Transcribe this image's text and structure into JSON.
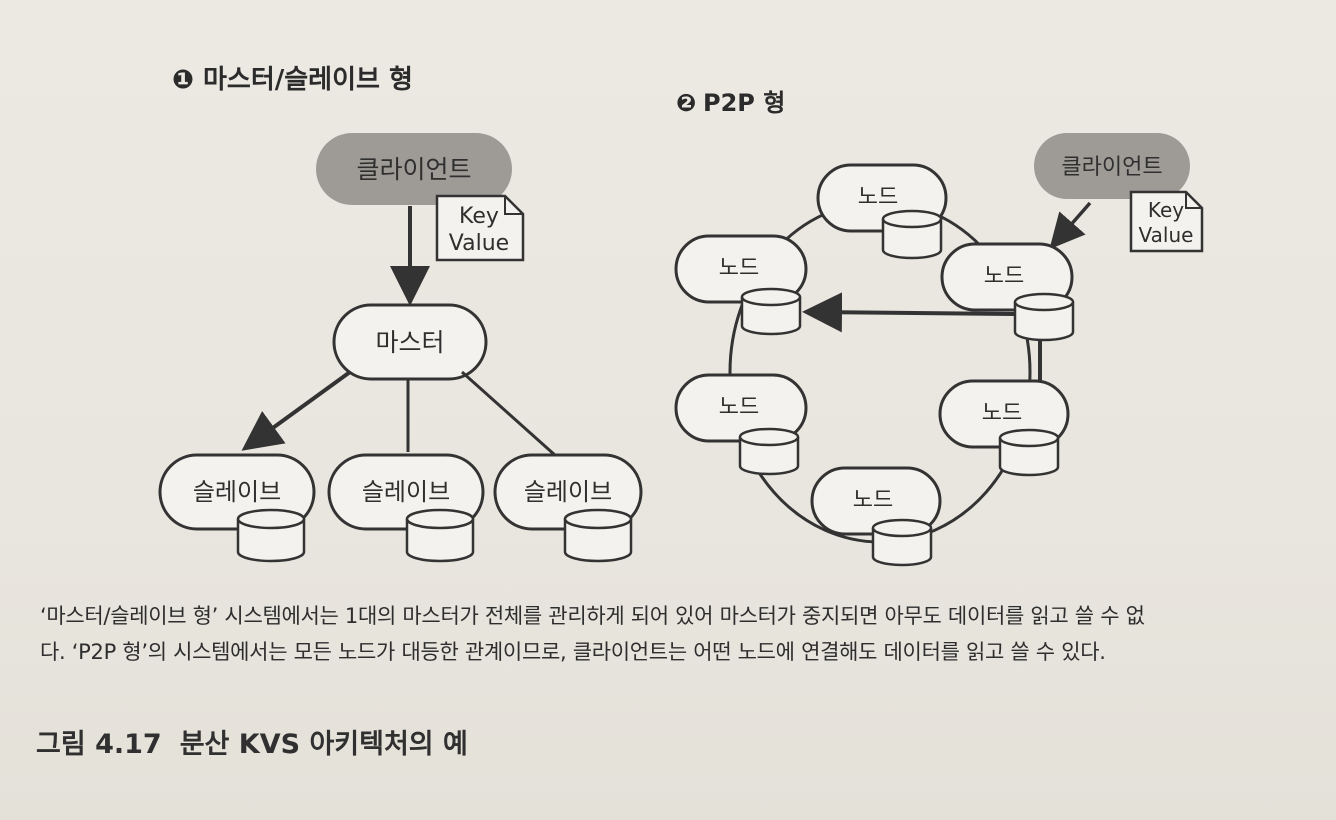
{
  "section1": {
    "marker": "❶",
    "title": "마스터/슬레이브 형"
  },
  "section2": {
    "marker": "❷",
    "title": "P2P 형"
  },
  "master_slave": {
    "client": "클라이언트",
    "key": "Key",
    "value": "Value",
    "master": "마스터",
    "slaves": [
      "슬레이브",
      "슬레이브",
      "슬레이브"
    ]
  },
  "p2p": {
    "client": "클라이언트",
    "key": "Key",
    "value": "Value",
    "nodes": [
      "노드",
      "노드",
      "노드",
      "노드",
      "노드",
      "노드"
    ]
  },
  "caption": {
    "line1": "‘마스터/슬레이브 형’ 시스템에서는 1대의 마스터가 전체를 관리하게 되어 있어 마스터가 중지되면 아무도 데이터를 읽고 쓸 수 없",
    "line2": "다. ‘P2P 형’의 시스템에서는 모든 노드가 대등한 관계이므로, 클라이언트는 어떤 노드에 연결해도 데이터를 읽고 쓸 수 있다."
  },
  "figure": {
    "number": "그림 4.17",
    "title": "분산 KVS 아키텍처의 예"
  },
  "colors": {
    "client_fill": "#9e9b97",
    "stroke": "#333333",
    "paper": "#ebe8e2"
  }
}
